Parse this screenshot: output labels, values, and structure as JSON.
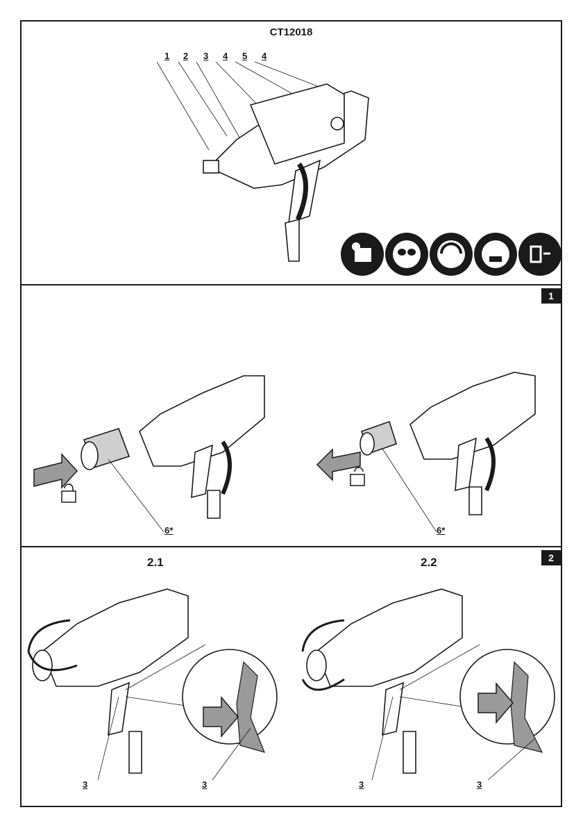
{
  "page": {
    "model": "CT12018",
    "sections": [
      {
        "id": "top",
        "callouts": [
          "1",
          "2",
          "3",
          "4",
          "5",
          "4"
        ]
      },
      {
        "id": "1",
        "badge": "1",
        "callouts": [
          "6*",
          "6*"
        ]
      },
      {
        "id": "2",
        "badge": "2",
        "subfigures": [
          {
            "title": "2.1"
          },
          {
            "title": "2.2"
          }
        ],
        "callouts": [
          "3",
          "3",
          "3",
          "3"
        ]
      }
    ],
    "safety_icons": [
      "read-manual-icon",
      "safety-goggles-icon",
      "ear-protection-icon",
      "dust-mask-icon",
      "unplug-before-servicing-icon"
    ],
    "colors": {
      "ink": "#1a1a1a",
      "grey_fill": "#9a9a9a",
      "light_grey": "#e6e6e6"
    }
  }
}
